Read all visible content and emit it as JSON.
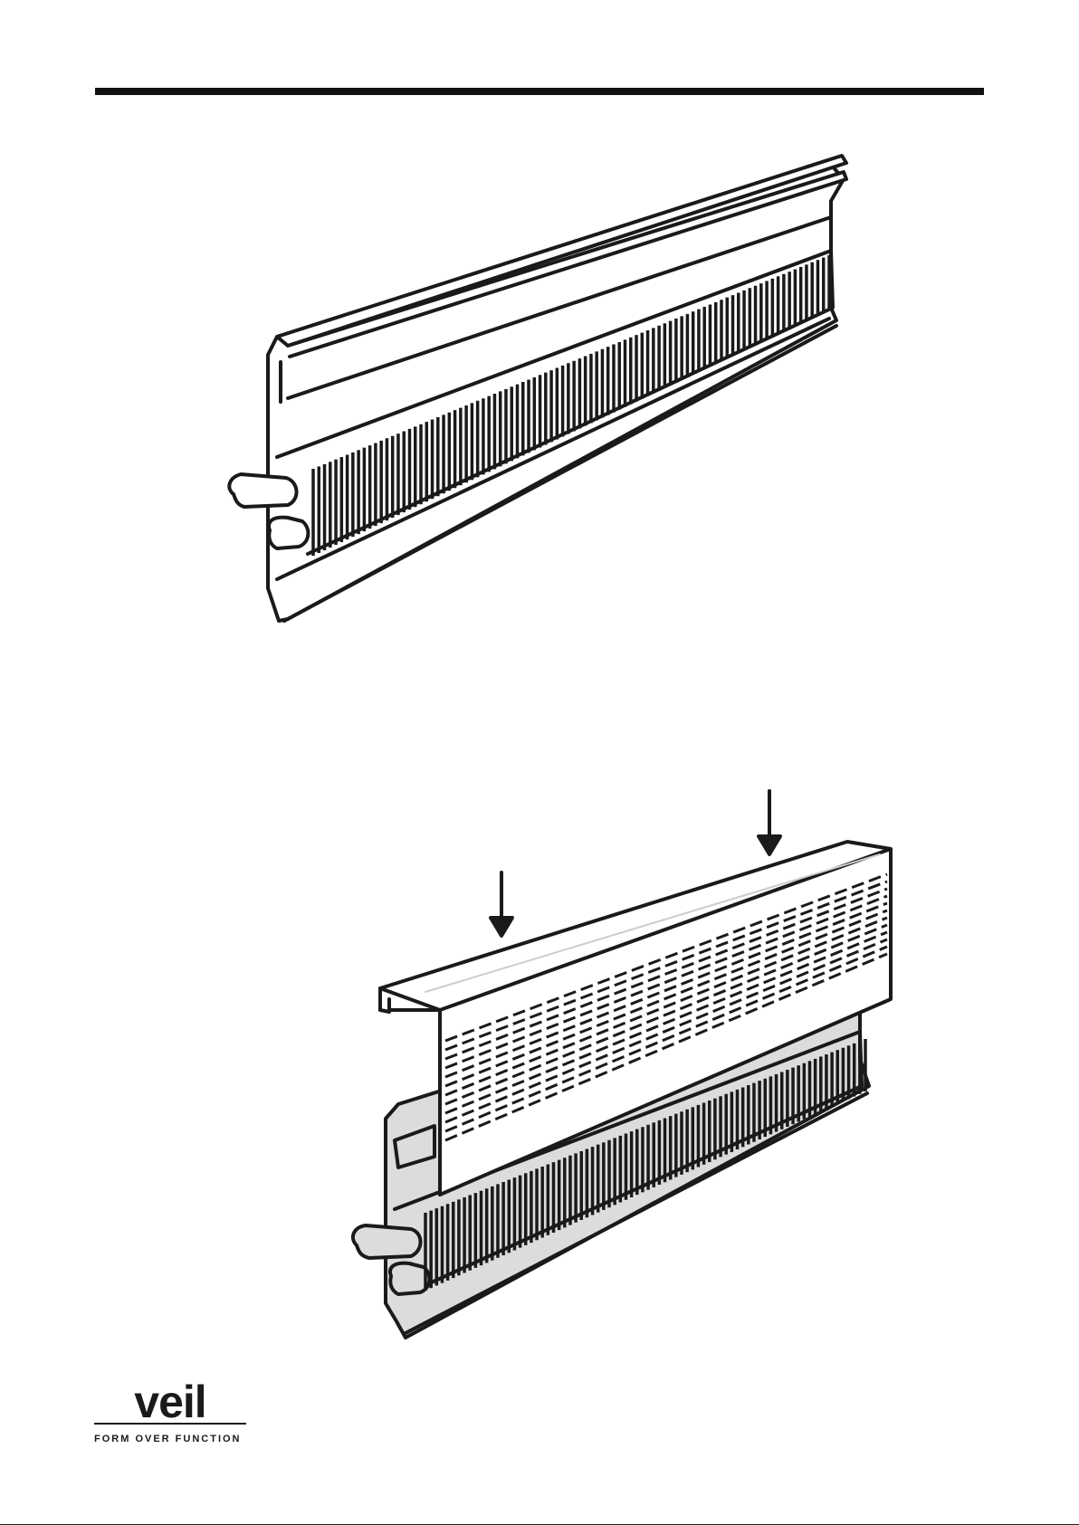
{
  "header": {
    "rule_color": "#111111"
  },
  "figures": [
    {
      "name": "baseboard-heater-figure",
      "fill": "#ffffff",
      "stroke": "#1a1a1a"
    },
    {
      "name": "cover-install-figure",
      "body_fill": "#dcdcdc",
      "cover_fill": "#ffffff",
      "stroke": "#1a1a1a"
    }
  ],
  "brand": {
    "name": "veil",
    "tagline": "FORM OVER FUNCTION",
    "color": "#1a1a1a"
  }
}
